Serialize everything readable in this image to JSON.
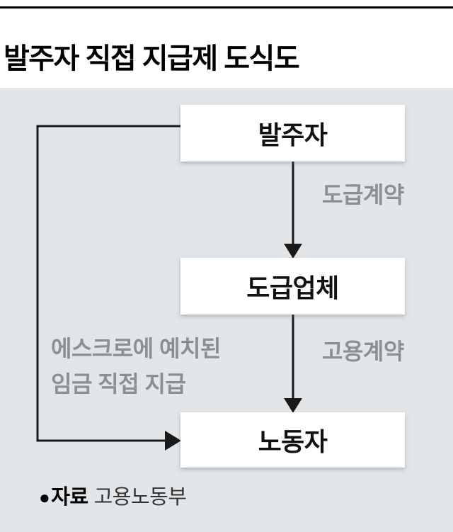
{
  "title": "발주자 직접 지급제 도식도",
  "diagram": {
    "nodes": [
      {
        "id": "orderer",
        "label": "발주자"
      },
      {
        "id": "contractor",
        "label": "도급업체"
      },
      {
        "id": "worker",
        "label": "노동자"
      }
    ],
    "edge_labels": {
      "contract": "도급계약",
      "employment": "고용계약",
      "escrow_line1": "에스크로에 예치된",
      "escrow_line2": "임금 직접 지급"
    }
  },
  "source": {
    "bullet": "●",
    "label": "자료",
    "value": "고용노동부"
  },
  "colors": {
    "panel-bg": "#e3e6e8",
    "label-gray": "#8b8f92",
    "line-black": "#1a1a1a",
    "title-black": "#000000"
  }
}
